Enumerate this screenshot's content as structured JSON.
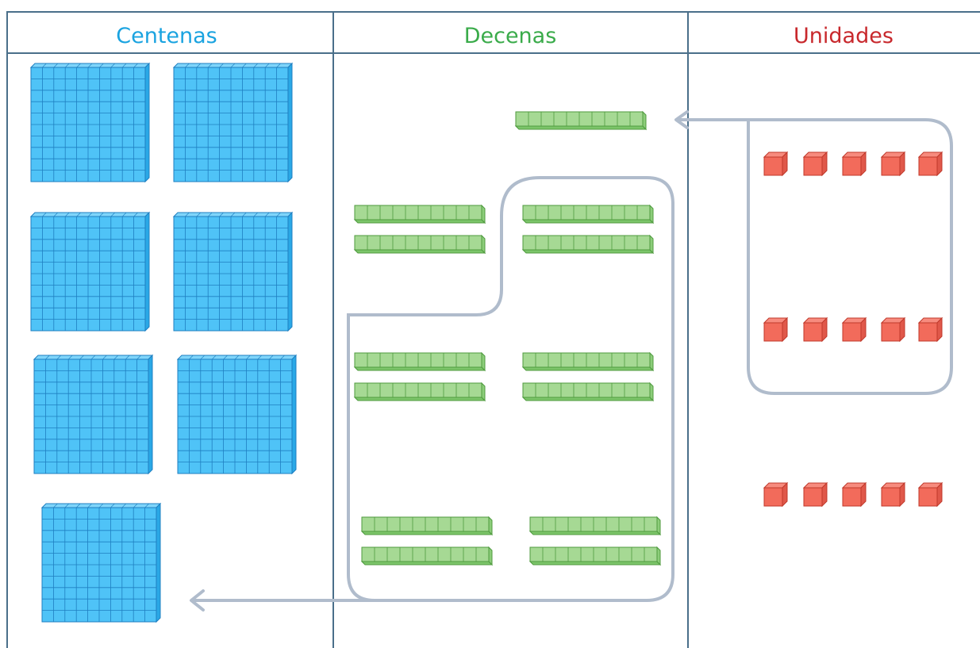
{
  "columns": [
    {
      "key": "centenas",
      "label": "Centenas",
      "color": "#1aa3e0"
    },
    {
      "key": "decenas",
      "label": "Decenas",
      "color": "#3aab4a"
    },
    {
      "key": "unidades",
      "label": "Unidades",
      "color": "#c8282c"
    }
  ],
  "counts": {
    "centenas_blocks": 7,
    "decenas_rods": 13,
    "unidades_cubes": 15,
    "decenas_regrouped_group": 10,
    "unidades_regrouped_group": 10
  },
  "colors": {
    "table_line": "#4a6f8a",
    "hundred_fill": "#4fc3f7",
    "hundred_line": "#1f7fc1",
    "ten_fill": "#a6d994",
    "ten_line": "#4f9a3e",
    "unit_fill": "#f26b5b",
    "unit_line": "#c0392b",
    "group_outline": "#b0bccc"
  },
  "icons": {
    "regroup_arrow_units": "arrow-left-icon",
    "regroup_arrow_tens": "arrow-left-icon"
  }
}
